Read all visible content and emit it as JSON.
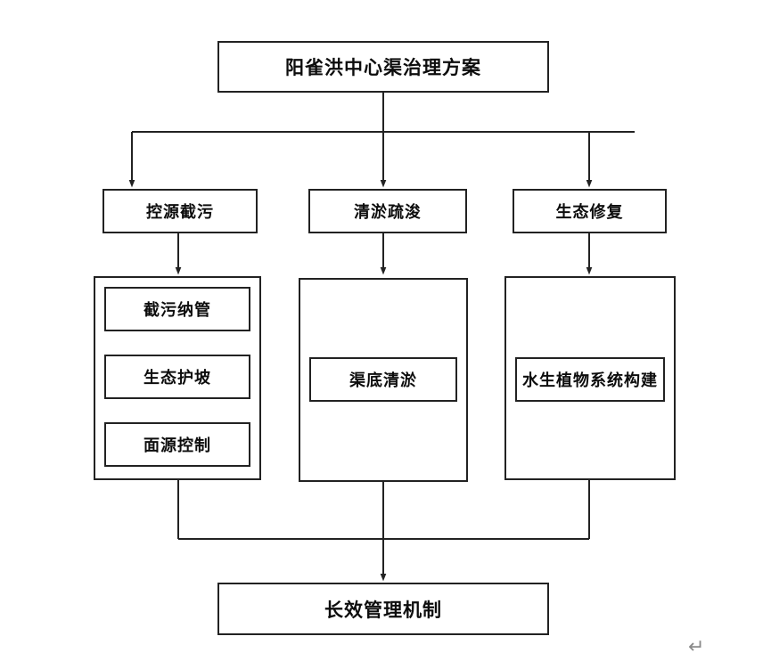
{
  "diagram": {
    "type": "flowchart",
    "orientation": "top-down",
    "root": {
      "id": "root",
      "label": "阳雀洪中心渠治理方案"
    },
    "branches": [
      {
        "id": "branch-source-control",
        "label": "控源截污",
        "children": [
          {
            "id": "leaf-sewage-interception",
            "label": "截污纳管"
          },
          {
            "id": "leaf-eco-slope",
            "label": "生态护坡"
          },
          {
            "id": "leaf-nonpoint-source",
            "label": "面源控制"
          }
        ]
      },
      {
        "id": "branch-dredging",
        "label": "清淤疏浚",
        "children": [
          {
            "id": "leaf-channel-dredging",
            "label": "渠底清淤"
          }
        ]
      },
      {
        "id": "branch-eco-restoration",
        "label": "生态修复",
        "children": [
          {
            "id": "leaf-aquatic-plant-system",
            "label": "水生植物系统构建"
          }
        ]
      }
    ],
    "footer": {
      "id": "footer",
      "label": "长效管理机制"
    },
    "marks": {
      "paragraph_mark": "↵"
    },
    "colors": {
      "background": "#ffffff",
      "stroke": "#222222",
      "text": "#0d0d0d",
      "mark": "#8a8a8a"
    }
  }
}
